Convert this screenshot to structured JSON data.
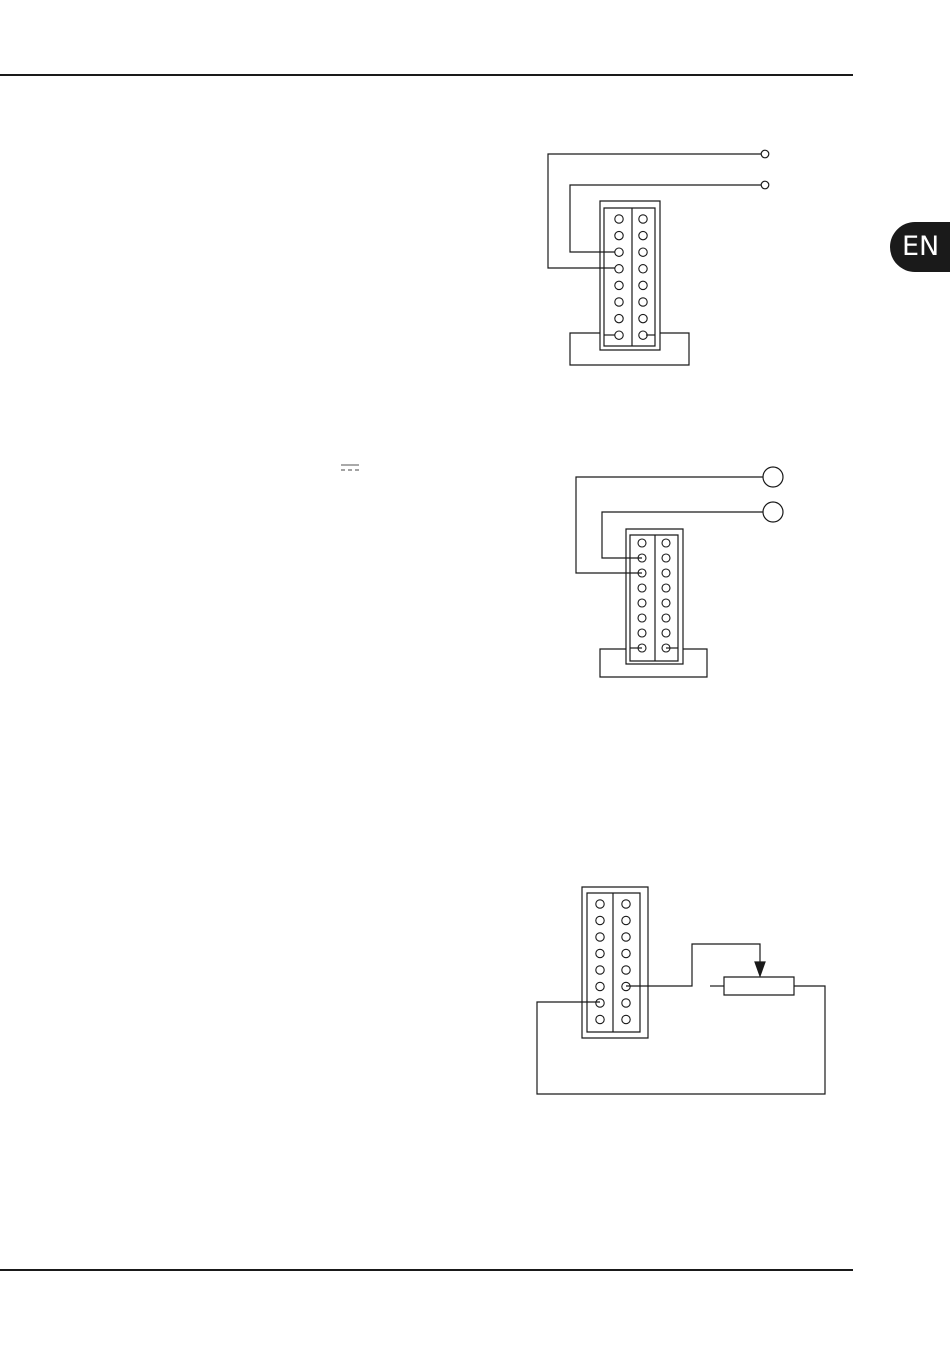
{
  "language_tab": {
    "label": "EN"
  },
  "colors": {
    "ink": "#1a1a1a",
    "background": "#ffffff",
    "tab": "#1a1a1a",
    "tab_text": "#ffffff"
  },
  "icons": {
    "dc_symbol": "dc-current-icon"
  },
  "diagrams": [
    {
      "name": "terminal-wiring-two-wire",
      "pins_per_column": 8,
      "columns": 2
    },
    {
      "name": "terminal-wiring-two-contacts",
      "pins_per_column": 8,
      "columns": 2
    },
    {
      "name": "terminal-wiring-potentiometer",
      "pins_per_column": 8,
      "columns": 2
    }
  ]
}
